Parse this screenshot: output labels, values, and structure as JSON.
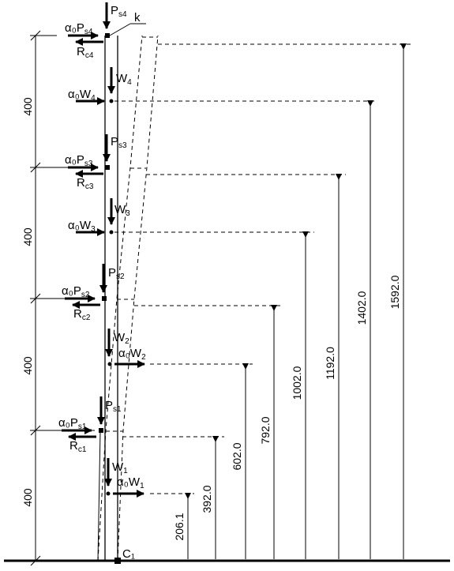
{
  "diagram": {
    "node_k": "k",
    "node_c1": "C₁",
    "story_heights": [
      "400",
      "400",
      "400",
      "400"
    ],
    "elevations": [
      "206.1",
      "392.0",
      "602.0",
      "792.0",
      "1002.0",
      "1192.0",
      "1402.0",
      "1592.0"
    ],
    "floors": [
      {
        "ps_main": "P",
        "ps_sub": "s4",
        "ap_main": "α₀P",
        "ap_sub": "s4",
        "rc_main": "R",
        "rc_sub": "c4",
        "w_main": "W",
        "w_sub": "4",
        "aw_main": "α₀W",
        "aw_sub": "4"
      },
      {
        "ps_main": "P",
        "ps_sub": "s3",
        "ap_main": "α₀P",
        "ap_sub": "s3",
        "rc_main": "R",
        "rc_sub": "c3",
        "w_main": "W",
        "w_sub": "3",
        "aw_main": "α₀W",
        "aw_sub": "3"
      },
      {
        "ps_main": "P",
        "ps_sub": "s2",
        "ap_main": "α₀P",
        "ap_sub": "s2",
        "rc_main": "R",
        "rc_sub": "c2",
        "w_main": "W",
        "w_sub": "2",
        "aw_main": "α₀W",
        "aw_sub": "2"
      },
      {
        "ps_main": "P",
        "ps_sub": "s1",
        "ap_main": "α₀P",
        "ap_sub": "s1",
        "rc_main": "R",
        "rc_sub": "c1",
        "w_main": "W",
        "w_sub": "1",
        "aw_main": "α₀W",
        "aw_sub": "1"
      }
    ]
  }
}
